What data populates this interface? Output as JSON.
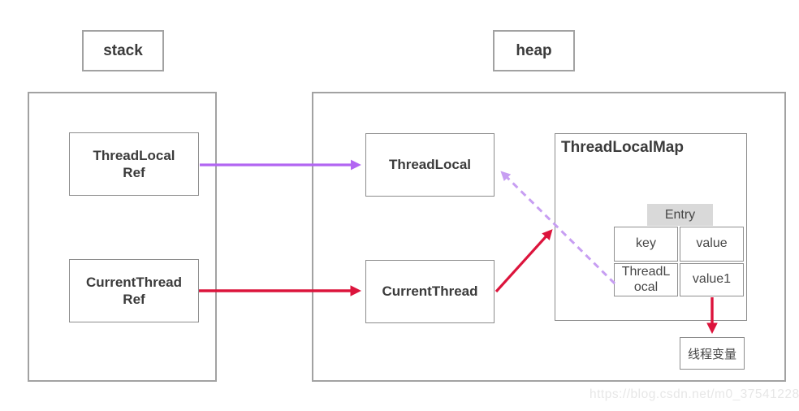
{
  "labels": {
    "stack": "stack",
    "heap": "heap",
    "threadlocal_ref": [
      "ThreadLocal",
      "Ref"
    ],
    "currentthread_ref": [
      "CurrentThread",
      "Ref"
    ],
    "threadlocal": "ThreadLocal",
    "currentthread": "CurrentThread",
    "threadlocalmap": "ThreadLocalMap",
    "entry": "Entry",
    "table": {
      "key_header": "key",
      "value_header": "value",
      "key_cell": [
        "ThreadL",
        "ocal"
      ],
      "value_cell": "value1"
    },
    "thread_variable": "线程变量"
  },
  "watermark": "https://blog.csdn.net/m0_37541228",
  "colors": {
    "purple_solid": "#b266f2",
    "purple_dashed": "#c79ef2",
    "red": "#dc143c",
    "entry_fill": "#d9d9d9",
    "border_gray": "#8c8c8c",
    "watermark_gray": "#e7e7e7"
  },
  "edges": [
    {
      "name": "threadlocalref-to-threadlocal",
      "from": "ThreadLocalRef",
      "to": "ThreadLocal",
      "style": "solid",
      "color": "#b266f2"
    },
    {
      "name": "currentthreadref-to-currentthread",
      "from": "CurrentThreadRef",
      "to": "CurrentThread",
      "style": "solid",
      "color": "#dc143c"
    },
    {
      "name": "currentthread-to-threadlocalmap",
      "from": "CurrentThread",
      "to": "ThreadLocalMap",
      "style": "solid",
      "color": "#dc143c"
    },
    {
      "name": "entry-key-to-threadlocal",
      "from": "Entry.key(ThreadLocal)",
      "to": "ThreadLocal",
      "style": "dashed",
      "color": "#c79ef2"
    },
    {
      "name": "value1-to-thread-variable",
      "from": "value1",
      "to": "线程变量",
      "style": "solid",
      "color": "#dc143c"
    }
  ]
}
